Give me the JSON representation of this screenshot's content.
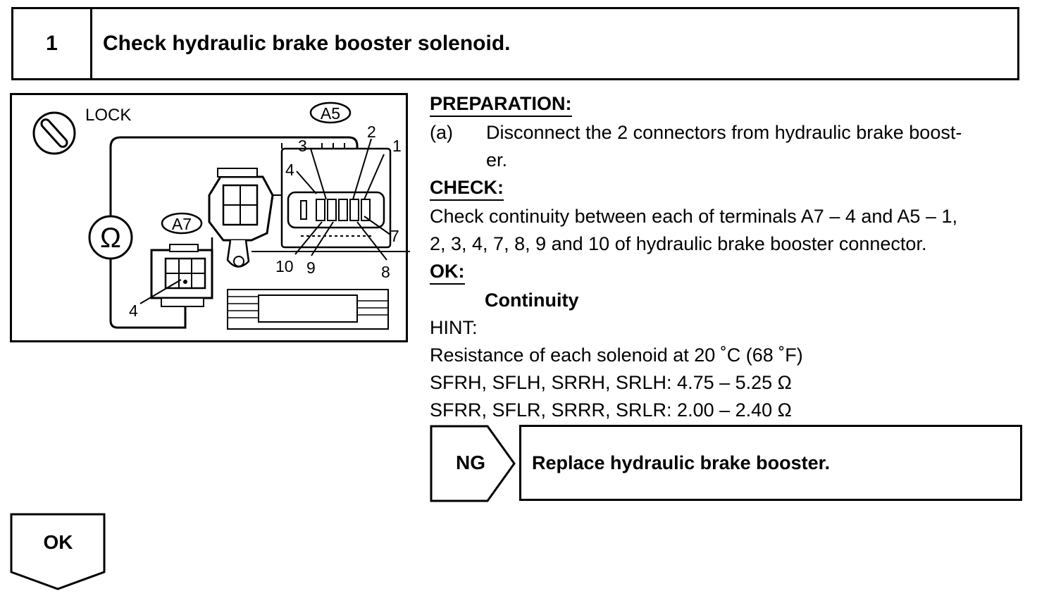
{
  "step": {
    "number": "1",
    "title": "Check hydraulic brake booster solenoid."
  },
  "figure": {
    "lock_label": "LOCK",
    "ohm_symbol": "Ω",
    "connector_a5": "A5",
    "connector_a7": "A7",
    "a7_terminal_label": "4",
    "a5_terminals": {
      "t1": "1",
      "t2": "2",
      "t3": "3",
      "t4": "4",
      "t7": "7",
      "t8": "8",
      "t9": "9",
      "t10": "10"
    },
    "icons": [
      "lock-icon",
      "ohmmeter-icon"
    ]
  },
  "preparation": {
    "heading": "PREPARATION:",
    "item_label": "(a)",
    "item_text_line1": "Disconnect the 2 connectors from hydraulic brake boost-",
    "item_text_line2": "er."
  },
  "check": {
    "heading": "CHECK:",
    "line1": "Check continuity between each of terminals A7 – 4 and A5 – 1,",
    "line2": "2, 3, 4, 7, 8, 9 and 10 of hydraulic brake booster connector."
  },
  "ok_section": {
    "heading": "OK:",
    "value": "Continuity"
  },
  "hint": {
    "label": "HINT:",
    "line1": "Resistance of each solenoid at 20 ˚C (68 ˚F)",
    "line2": "SFRH, SFLH, SRRH, SRLH: 4.75 – 5.25 Ω",
    "line3": "SFRR, SFLR, SRRR, SRLR: 2.00 – 2.40 Ω"
  },
  "ng": {
    "label": "NG",
    "action": "Replace hydraulic brake booster."
  },
  "ok_flow": {
    "label": "OK"
  }
}
